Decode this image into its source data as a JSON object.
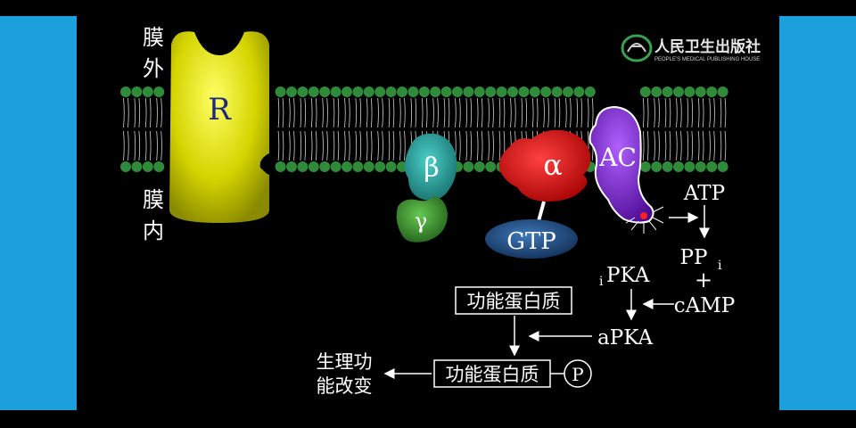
{
  "labels": {
    "outer_membrane": [
      "膜",
      "外"
    ],
    "inner_membrane": [
      "膜",
      "内"
    ],
    "receptor": "R",
    "beta": "β",
    "gamma": "γ",
    "alpha": "α",
    "ac": "AC",
    "gtp": "GTP",
    "atp": "ATP",
    "ppi_main": "PP",
    "ppi_sub": "i",
    "plus": "+",
    "camp": "cAMP",
    "ipka_sub": "i",
    "ipka_main": "PKA",
    "apka": "aPKA",
    "protein_top": "功能蛋白质",
    "protein_bottom": "功能蛋白质",
    "phospho": "P",
    "effect_line1": "生理功",
    "effect_line2": "能改变"
  },
  "publisher": {
    "name_cn": "人民卫生出版社",
    "name_en": "PEOPLE'S MEDICAL PUBLISHING HOUSE"
  },
  "colors": {
    "side_bar": "#1ba0dc",
    "receptor": "#e8e800",
    "membrane_head": "#2f8a3a",
    "alpha": "#e01010",
    "ac": "#7a1fc8",
    "gtp": "#1d4f86",
    "beta": "#2aa6a0",
    "gamma": "#3a9a30"
  }
}
